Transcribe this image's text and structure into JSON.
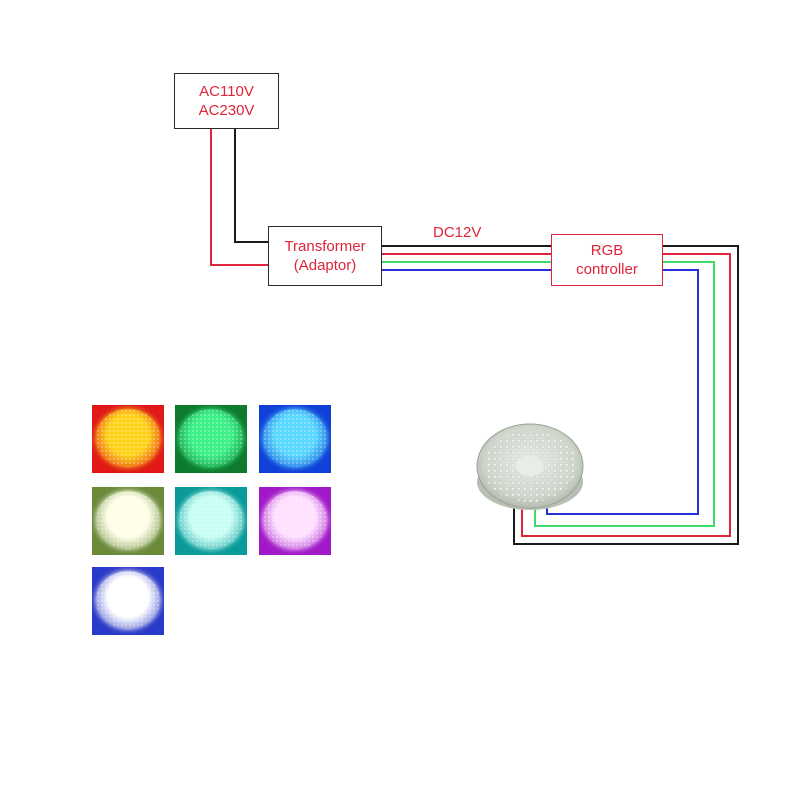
{
  "power": {
    "line1": "AC110V",
    "line2": "AC230V"
  },
  "transformer": {
    "line1": "Transformer",
    "line2": "(Adaptor)"
  },
  "voltage_label": "DC12V",
  "controller": {
    "line1": "RGB",
    "line2": "controller"
  },
  "colors": {
    "text": "#e0243a",
    "wire_black": "#1a1a1a",
    "wire_red": "#e0243a",
    "wire_green": "#3ddc6a",
    "wire_blue": "#2330d8"
  },
  "swatches": [
    {
      "name": "red-yellow",
      "edge": "#e01818",
      "center": "#ffd21a"
    },
    {
      "name": "green",
      "edge": "#0e7a2e",
      "center": "#3df088"
    },
    {
      "name": "blue",
      "edge": "#1040d8",
      "center": "#5ad8ff"
    },
    {
      "name": "warm-white",
      "edge": "#6a8a3a",
      "center": "#ffffe8"
    },
    {
      "name": "cyan",
      "edge": "#0a9a9a",
      "center": "#c8fff4"
    },
    {
      "name": "magenta",
      "edge": "#a018c8",
      "center": "#ffe0ff"
    },
    {
      "name": "cool-white",
      "edge": "#2a3ac8",
      "center": "#ffffff"
    }
  ]
}
